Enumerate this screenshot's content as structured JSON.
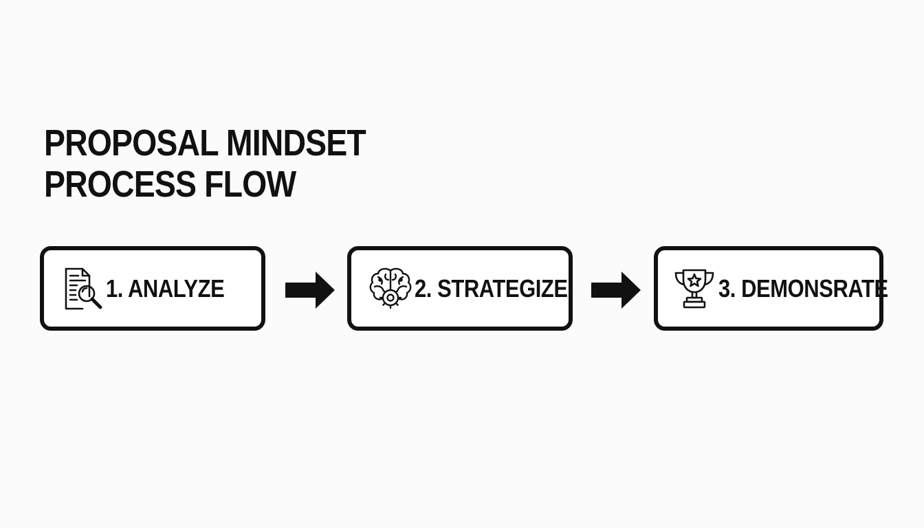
{
  "title": {
    "line1": "PROPOSAL MINDSET",
    "line2": "PROCESS FLOW"
  },
  "steps": [
    {
      "label": "1. ANALYZE",
      "icon": "document-magnifier-icon"
    },
    {
      "label": "2. STRATEGIZE",
      "icon": "brain-gear-icon"
    },
    {
      "label": "3. DEMONSRATE",
      "icon": "trophy-star-icon"
    }
  ],
  "colors": {
    "ink": "#111111",
    "background": "#fbfbfb",
    "box_fill": "#ffffff"
  }
}
